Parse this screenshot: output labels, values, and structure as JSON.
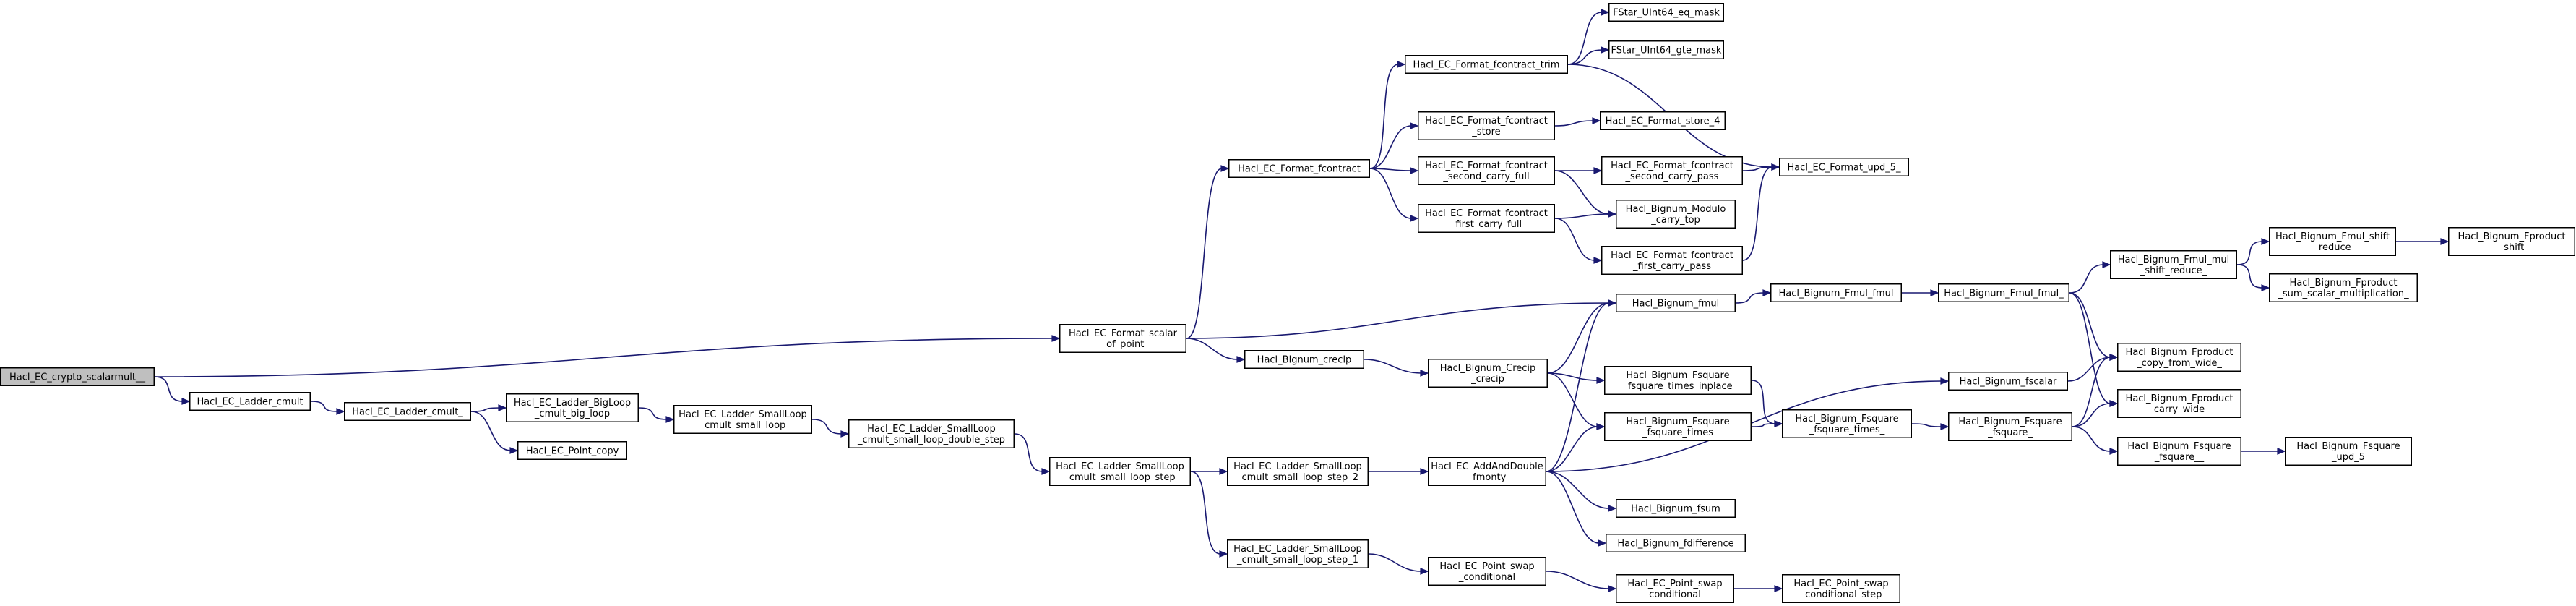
{
  "graph": {
    "nodes": [
      {
        "id": "n0",
        "lines": [
          "Hacl_EC_crypto_scalarmult__"
        ],
        "root": true
      },
      {
        "id": "n1",
        "lines": [
          "Hacl_EC_Ladder_cmult"
        ]
      },
      {
        "id": "n2",
        "lines": [
          "Hacl_EC_Ladder_cmult_"
        ]
      },
      {
        "id": "n3",
        "lines": [
          "Hacl_EC_Ladder_BigLoop",
          "_cmult_big_loop"
        ]
      },
      {
        "id": "n4",
        "lines": [
          "Hacl_EC_Point_copy"
        ]
      },
      {
        "id": "n5",
        "lines": [
          "Hacl_EC_Ladder_SmallLoop",
          "_cmult_small_loop"
        ]
      },
      {
        "id": "n6",
        "lines": [
          "Hacl_EC_Ladder_SmallLoop",
          "_cmult_small_loop_double_step"
        ]
      },
      {
        "id": "n7",
        "lines": [
          "Hacl_EC_Ladder_SmallLoop",
          "_cmult_small_loop_step"
        ]
      },
      {
        "id": "n8",
        "lines": [
          "Hacl_EC_Ladder_SmallLoop",
          "_cmult_small_loop_step_2"
        ]
      },
      {
        "id": "n9",
        "lines": [
          "Hacl_EC_Ladder_SmallLoop",
          "_cmult_small_loop_step_1"
        ]
      },
      {
        "id": "n10",
        "lines": [
          "Hacl_EC_AddAndDouble",
          "_fmonty"
        ]
      },
      {
        "id": "n11",
        "lines": [
          "Hacl_EC_Point_swap",
          "_conditional"
        ]
      },
      {
        "id": "n12",
        "lines": [
          "Hacl_EC_Point_swap",
          "_conditional_"
        ]
      },
      {
        "id": "n13",
        "lines": [
          "Hacl_EC_Point_swap",
          "_conditional_step"
        ]
      },
      {
        "id": "n14",
        "lines": [
          "Hacl_EC_Format_scalar",
          "_of_point"
        ]
      },
      {
        "id": "n15",
        "lines": [
          "Hacl_EC_Format_fcontract"
        ]
      },
      {
        "id": "n16",
        "lines": [
          "Hacl_EC_Format_fcontract_trim"
        ]
      },
      {
        "id": "n17",
        "lines": [
          "FStar_UInt64_eq_mask"
        ]
      },
      {
        "id": "n18",
        "lines": [
          "FStar_UInt64_gte_mask"
        ]
      },
      {
        "id": "n19",
        "lines": [
          "Hacl_EC_Format_fcontract",
          "_store"
        ]
      },
      {
        "id": "n20",
        "lines": [
          "Hacl_EC_Format_store_4"
        ]
      },
      {
        "id": "n21",
        "lines": [
          "Hacl_EC_Format_fcontract",
          "_second_carry_full"
        ]
      },
      {
        "id": "n22",
        "lines": [
          "Hacl_EC_Format_fcontract",
          "_second_carry_pass"
        ]
      },
      {
        "id": "n23",
        "lines": [
          "Hacl_EC_Format_upd_5_"
        ]
      },
      {
        "id": "n24",
        "lines": [
          "Hacl_Bignum_Modulo",
          "_carry_top"
        ]
      },
      {
        "id": "n25",
        "lines": [
          "Hacl_EC_Format_fcontract",
          "_first_carry_full"
        ]
      },
      {
        "id": "n26",
        "lines": [
          "Hacl_EC_Format_fcontract",
          "_first_carry_pass"
        ]
      },
      {
        "id": "n27",
        "lines": [
          "Hacl_Bignum_fmul"
        ]
      },
      {
        "id": "n28",
        "lines": [
          "Hacl_Bignum_crecip"
        ]
      },
      {
        "id": "n29",
        "lines": [
          "Hacl_Bignum_Crecip",
          "_crecip"
        ]
      },
      {
        "id": "n30",
        "lines": [
          "Hacl_Bignum_Fmul_fmul"
        ]
      },
      {
        "id": "n31",
        "lines": [
          "Hacl_Bignum_Fsquare",
          "_fsquare_times_inplace"
        ]
      },
      {
        "id": "n32",
        "lines": [
          "Hacl_Bignum_Fsquare",
          "_fsquare_times"
        ]
      },
      {
        "id": "n33",
        "lines": [
          "Hacl_Bignum_Fsquare",
          "_fsquare_times_"
        ]
      },
      {
        "id": "n34",
        "lines": [
          "Hacl_Bignum_fsum"
        ]
      },
      {
        "id": "n35",
        "lines": [
          "Hacl_Bignum_fdifference"
        ]
      },
      {
        "id": "n36",
        "lines": [
          "Hacl_Bignum_fscalar"
        ]
      },
      {
        "id": "n37",
        "lines": [
          "Hacl_Bignum_Fmul_fmul_"
        ]
      },
      {
        "id": "n38",
        "lines": [
          "Hacl_Bignum_Fsquare",
          "_fsquare_"
        ]
      },
      {
        "id": "n39",
        "lines": [
          "Hacl_Bignum_Fmul_mul",
          "_shift_reduce_"
        ]
      },
      {
        "id": "n40",
        "lines": [
          "Hacl_Bignum_Fproduct",
          "_copy_from_wide_"
        ]
      },
      {
        "id": "n41",
        "lines": [
          "Hacl_Bignum_Fproduct",
          "_carry_wide_"
        ]
      },
      {
        "id": "n42",
        "lines": [
          "Hacl_Bignum_Fsquare",
          "_fsquare__"
        ]
      },
      {
        "id": "n43",
        "lines": [
          "Hacl_Bignum_Fmul_shift",
          "_reduce"
        ]
      },
      {
        "id": "n44",
        "lines": [
          "Hacl_Bignum_Fproduct",
          "_sum_scalar_multiplication_"
        ]
      },
      {
        "id": "n45",
        "lines": [
          "Hacl_Bignum_Fproduct",
          "_shift"
        ]
      },
      {
        "id": "n46",
        "lines": [
          "Hacl_Bignum_Fsquare",
          "_upd_5"
        ]
      }
    ],
    "edges": [
      [
        "n0",
        "n1"
      ],
      [
        "n0",
        "n14"
      ],
      [
        "n1",
        "n2"
      ],
      [
        "n2",
        "n3"
      ],
      [
        "n2",
        "n4"
      ],
      [
        "n3",
        "n5"
      ],
      [
        "n5",
        "n6"
      ],
      [
        "n6",
        "n7"
      ],
      [
        "n7",
        "n8"
      ],
      [
        "n7",
        "n9"
      ],
      [
        "n8",
        "n10"
      ],
      [
        "n9",
        "n11"
      ],
      [
        "n11",
        "n12"
      ],
      [
        "n12",
        "n13"
      ],
      [
        "n14",
        "n15"
      ],
      [
        "n14",
        "n27"
      ],
      [
        "n14",
        "n28"
      ],
      [
        "n15",
        "n16"
      ],
      [
        "n15",
        "n19"
      ],
      [
        "n15",
        "n21"
      ],
      [
        "n15",
        "n25"
      ],
      [
        "n16",
        "n17"
      ],
      [
        "n16",
        "n18"
      ],
      [
        "n16",
        "n23"
      ],
      [
        "n19",
        "n20"
      ],
      [
        "n21",
        "n22"
      ],
      [
        "n21",
        "n24"
      ],
      [
        "n22",
        "n23"
      ],
      [
        "n25",
        "n24"
      ],
      [
        "n25",
        "n26"
      ],
      [
        "n26",
        "n23"
      ],
      [
        "n27",
        "n30"
      ],
      [
        "n28",
        "n29"
      ],
      [
        "n29",
        "n27"
      ],
      [
        "n29",
        "n31"
      ],
      [
        "n29",
        "n32"
      ],
      [
        "n10",
        "n27"
      ],
      [
        "n10",
        "n32"
      ],
      [
        "n10",
        "n34"
      ],
      [
        "n10",
        "n35"
      ],
      [
        "n10",
        "n36"
      ],
      [
        "n31",
        "n33"
      ],
      [
        "n32",
        "n33"
      ],
      [
        "n33",
        "n38"
      ],
      [
        "n30",
        "n37"
      ],
      [
        "n37",
        "n39"
      ],
      [
        "n37",
        "n40"
      ],
      [
        "n37",
        "n41"
      ],
      [
        "n36",
        "n40"
      ],
      [
        "n38",
        "n40"
      ],
      [
        "n38",
        "n41"
      ],
      [
        "n38",
        "n42"
      ],
      [
        "n39",
        "n43"
      ],
      [
        "n39",
        "n44"
      ],
      [
        "n43",
        "n45"
      ],
      [
        "n42",
        "n46"
      ]
    ]
  }
}
